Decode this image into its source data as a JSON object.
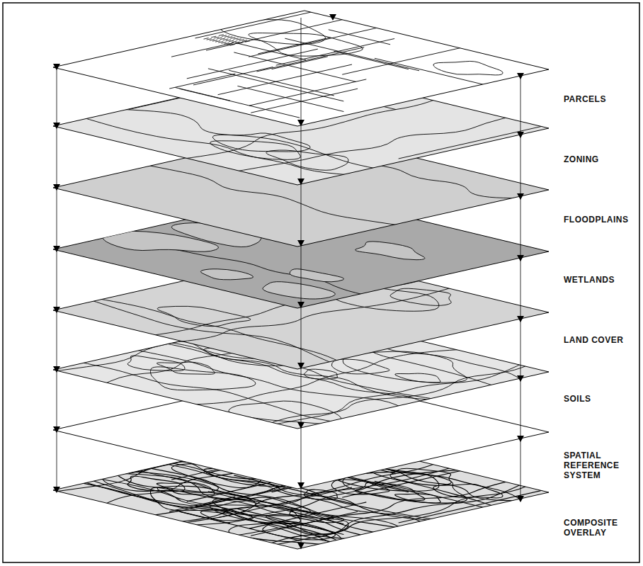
{
  "diagram": {
    "labels": [
      "PARCELS",
      "ZONING",
      "FLOODPLAINS",
      "WETLANDS",
      "LAND COVER",
      "SOILS",
      "SPATIAL REFERENCE SYSTEM",
      "COMPOSITE OVERLAY"
    ]
  }
}
